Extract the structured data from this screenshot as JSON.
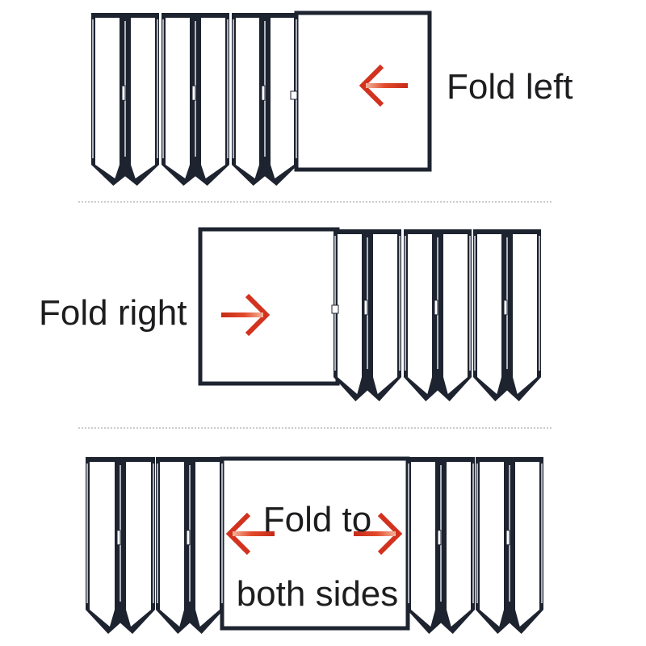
{
  "sections": [
    {
      "id": "fold-left",
      "label": "Fold left",
      "arrows": [
        "left"
      ]
    },
    {
      "id": "fold-right",
      "label": "Fold right",
      "arrows": [
        "right"
      ]
    },
    {
      "id": "fold-both",
      "label_line1": "Fold to",
      "label_line2": "both sides",
      "arrows": [
        "left",
        "right"
      ]
    }
  ],
  "colors": {
    "frame": "#1e2330",
    "glass": "#ffffff",
    "arrow": "#d2321e",
    "separator": "#9a9a9a",
    "text": "#1d1d1f"
  },
  "icons": [
    "arrow-left-icon",
    "arrow-right-icon",
    "folding-door-panel-icon",
    "door-handle-icon"
  ]
}
